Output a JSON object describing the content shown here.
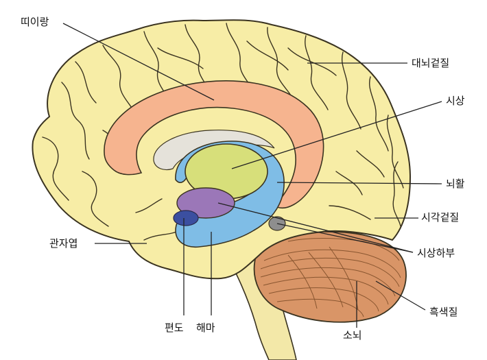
{
  "labels": {
    "cingulate": "띠이랑",
    "cerebral_cortex": "대뇌겉질",
    "thalamus": "시상",
    "fornix": "뇌활",
    "visual_cortex": "시각겉질",
    "temporal_lobe": "관자엽",
    "hypothalamus": "시상하부",
    "cerebellar_cortex": "흑색질",
    "amygdala": "편도",
    "hippocampus": "해마",
    "cerebellum": "소뇌"
  },
  "colors": {
    "cortex": "#f7eda6",
    "outline": "#3a3320",
    "cingulate": "#f6b48f",
    "thalamus": "#d7df7a",
    "fornix_hippocampus": "#7fbde6",
    "hypothalamus": "#9b77b8",
    "amygdala": "#3b4fa0",
    "cerebellum": "#d99567",
    "brainstem": "#f3e8a8"
  }
}
